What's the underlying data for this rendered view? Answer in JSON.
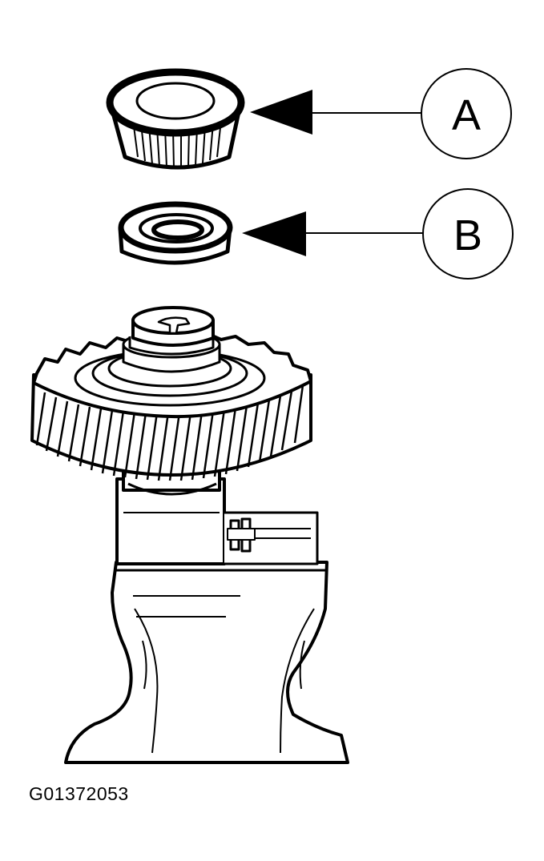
{
  "callouts": [
    {
      "id": "A",
      "label": "A"
    },
    {
      "id": "B",
      "label": "B"
    }
  ],
  "figure_id": "G01372053",
  "colors": {
    "ink": "#000000",
    "paper": "#ffffff"
  }
}
